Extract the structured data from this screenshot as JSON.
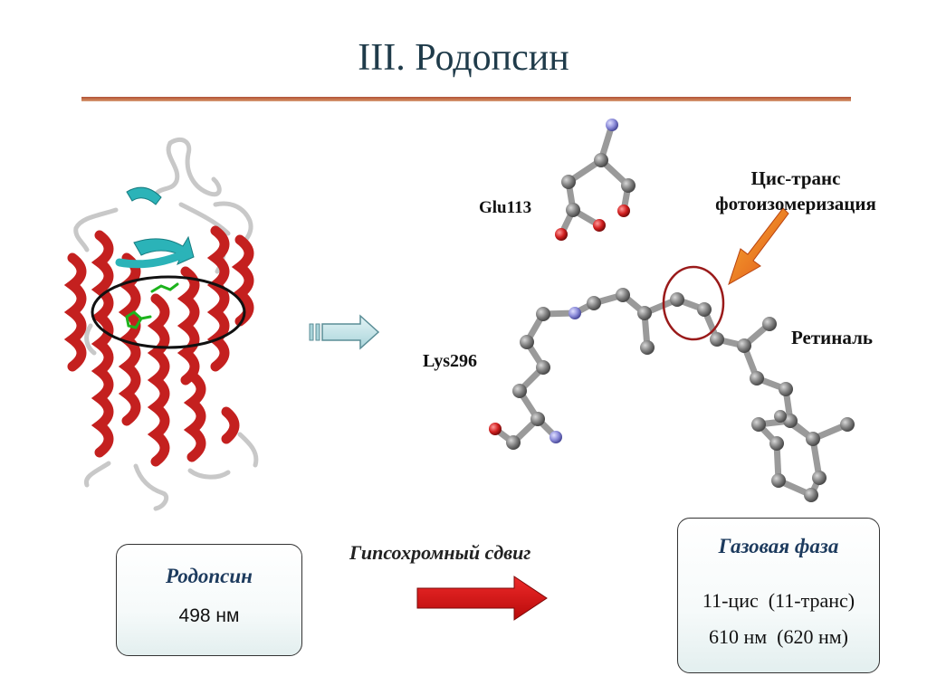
{
  "title": "III. Родопсин",
  "labels": {
    "glu": "Glu113",
    "lys": "Lys296",
    "retinal": "Ретиналь",
    "isomerization_line1": "Цис-транс",
    "isomerization_line2": "фотоизомеризация"
  },
  "shift_label": "Гипсохромный сдвиг",
  "rhodopsin_box": {
    "title": "Родопсин",
    "value": "498 нм"
  },
  "gas_box": {
    "title": "Газовая фаза",
    "line1": "11-цис  (11-транс)",
    "line2": "610 нм  (620 нм)"
  },
  "colors": {
    "helix": "#c4201f",
    "sheet": "#2bb3b8",
    "loop": "#c8c8c8",
    "carbon": "#7f7f7f",
    "nitrogen": "#8a8ad8",
    "oxygen": "#d11f1f",
    "circle": "#9a1a1a",
    "accent_arrow": "#e0601a",
    "shift_arrow": "#cc1010"
  }
}
